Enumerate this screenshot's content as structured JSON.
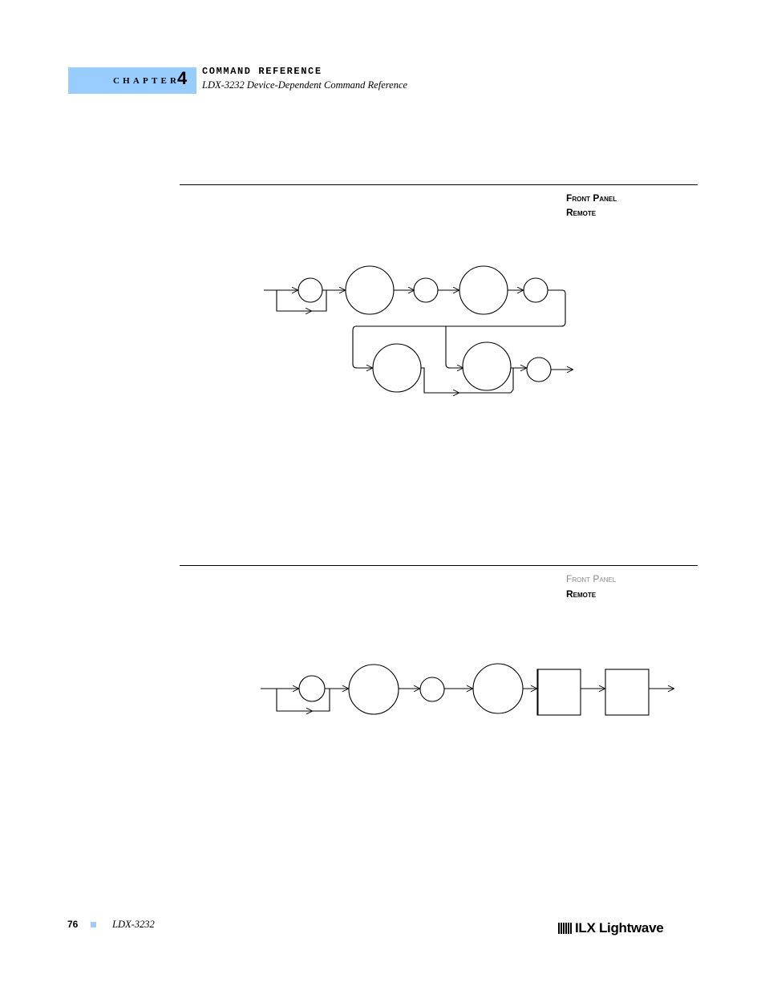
{
  "header": {
    "chapter_word": "CHAPTER",
    "chapter_number": "4",
    "title": "COMMAND REFERENCE",
    "subtitle": "LDX-3232 Device-Dependent Command Reference"
  },
  "sections": [
    {
      "front_panel": "Front Panel",
      "remote": "Remote",
      "front_panel_enabled": true
    },
    {
      "front_panel": "Front Panel",
      "remote": "Remote",
      "front_panel_enabled": false
    }
  ],
  "footer": {
    "page_number": "76",
    "model": "LDX-3232",
    "logo_text": "ILX Lightwave"
  },
  "colors": {
    "accent": "#99ccff",
    "disabled_text": "#8a8a8a"
  }
}
